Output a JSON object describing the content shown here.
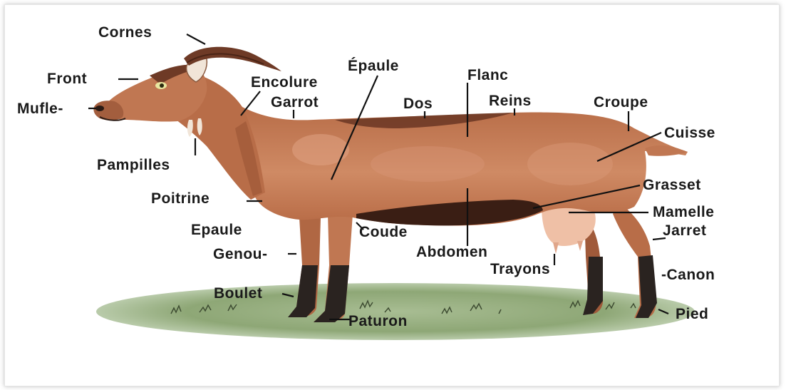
{
  "labels": {
    "cornes": "Cornes",
    "front": "Front",
    "mufle": "Mufle-",
    "pampilles": "Pampilles",
    "poitrine": "Poitrine",
    "epaule_left": "Epaule",
    "genou": "Genou-",
    "boulet": "Boulet",
    "paturon": "Paturon",
    "encolure": "Encolure",
    "garrot": "Garrot",
    "epaule_top": "Épaule",
    "dos": "Dos",
    "flanc": "Flanc",
    "reins": "Reins",
    "croupe": "Croupe",
    "cuisse": "Cuisse",
    "grasset": "Grasset",
    "mamelle": "Mamelle",
    "jarret": "Jarret",
    "coude": "Coude",
    "abdomen": "Abdomen",
    "trayons": "Trayons",
    "canon": "-Canon",
    "pied": "Pied"
  },
  "colors": {
    "coat": "#c47a55",
    "coat_dark": "#8a4a2e",
    "belly_dark": "#3a1e14",
    "leg_dark": "#2a2320",
    "udder": "#efc0a6",
    "grass": "#8ea776",
    "grass_light": "#b6c9a4",
    "horn": "#6e3a26"
  }
}
